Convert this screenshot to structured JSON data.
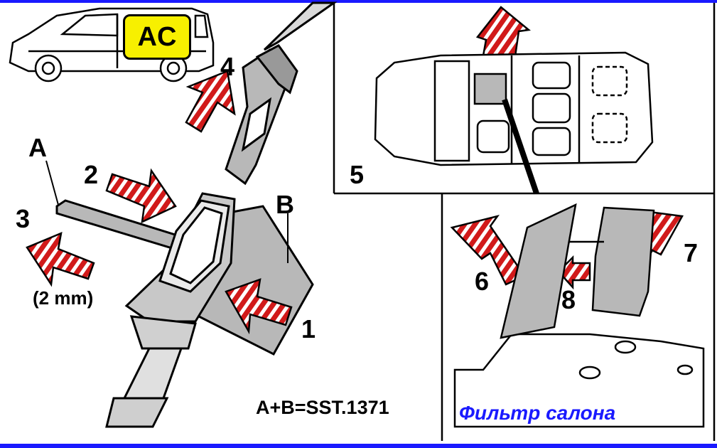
{
  "labels": {
    "ac": "AC",
    "a": "A",
    "b": "B",
    "n1": "1",
    "n2": "2",
    "n3": "3",
    "n4": "4",
    "n5": "5",
    "n6": "6",
    "n7": "7",
    "n8": "8",
    "gap": "(2 mm)",
    "tool": "A+B=SST.1371"
  },
  "caption": "Фильтр  салона",
  "colors": {
    "frame": "#1a1aff",
    "arrow": "#d11a1a",
    "ac_badge": "#f7f000",
    "part": "#b8b8b8"
  },
  "icons": [
    "car-side-icon",
    "car-top-view-icon",
    "seatbelt-buckle-icon",
    "cabin-filter-cover-icon"
  ]
}
